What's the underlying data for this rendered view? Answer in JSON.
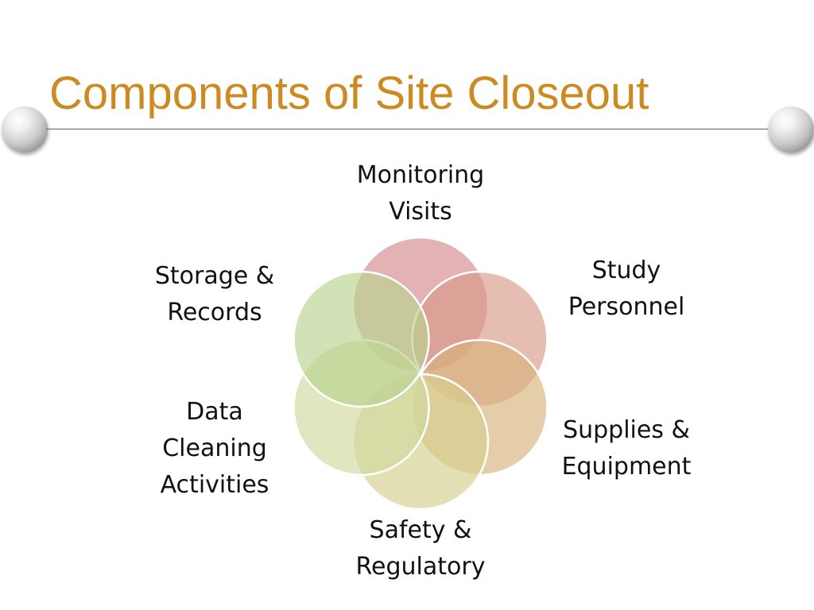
{
  "slide": {
    "title": "Components of Site Closeout",
    "title_color": "#cc8a22"
  },
  "cycle": {
    "components": [
      {
        "label": "Monitoring\nVisits",
        "color": "#d4888c"
      },
      {
        "label": "Study\nPersonnel",
        "color": "#d99a87"
      },
      {
        "label": "Supplies &\nEquipment",
        "color": "#d8b27d"
      },
      {
        "label": "Safety &\nRegulatory",
        "color": "#d6d08e"
      },
      {
        "label": "Data\nCleaning\nActivities",
        "color": "#cfd99d"
      },
      {
        "label": "Storage &\nRecords",
        "color": "#b8d48f"
      }
    ]
  }
}
